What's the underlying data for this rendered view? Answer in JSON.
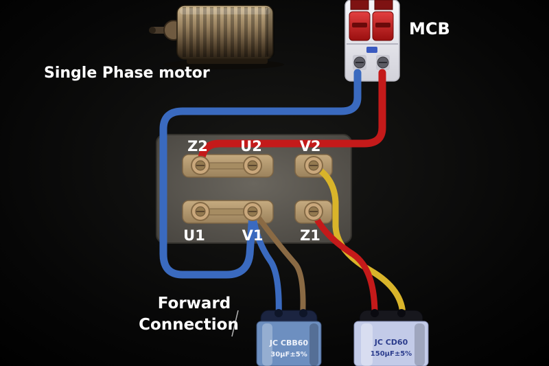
{
  "scene": {
    "background": "#050505",
    "panel_color": "#57534c"
  },
  "labels": {
    "motor": "Single Phase motor",
    "mcb": "MCB",
    "forward_line1": "Forward",
    "forward_line2": "Connection"
  },
  "terminal_block": {
    "top_row": [
      "Z2",
      "U2",
      "V2"
    ],
    "bottom_row": [
      "U1",
      "V1",
      "Z1"
    ]
  },
  "capacitors": {
    "run": {
      "brand": "JC CBB60",
      "rating": "30µF±5%",
      "body_color": "#6d8fc0",
      "text_color": "#eef2fa"
    },
    "start": {
      "brand": "JC CD60",
      "rating": "150µF±5%",
      "body_color": "#c3cbe8",
      "text_color": "#2b3c8c"
    }
  },
  "wires": {
    "blue": "#3a6abf",
    "red": "#c41a1a",
    "yellow": "#d9b42a",
    "brown": "#8a6a44"
  }
}
